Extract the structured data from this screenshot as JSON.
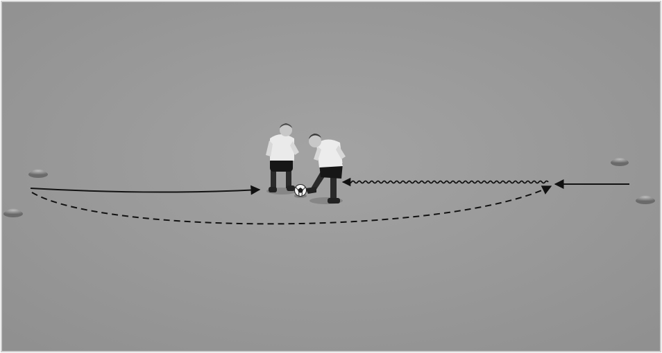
{
  "scene": {
    "type": "soccer-drill-diagram",
    "field_color": "#9a9a9a",
    "line_color": "#111111",
    "cone_color": "#8a8a8a"
  },
  "elements": {
    "cones": 4,
    "players": 2,
    "ball": 1,
    "paths": [
      {
        "name": "pass-path",
        "style": "solid",
        "direction": "left-to-right"
      },
      {
        "name": "dribble-path",
        "style": "wavy",
        "direction": "right-to-left"
      },
      {
        "name": "run-path",
        "style": "solid",
        "direction": "right-to-left"
      },
      {
        "name": "return-path",
        "style": "dashed",
        "direction": "left-to-right"
      }
    ]
  }
}
